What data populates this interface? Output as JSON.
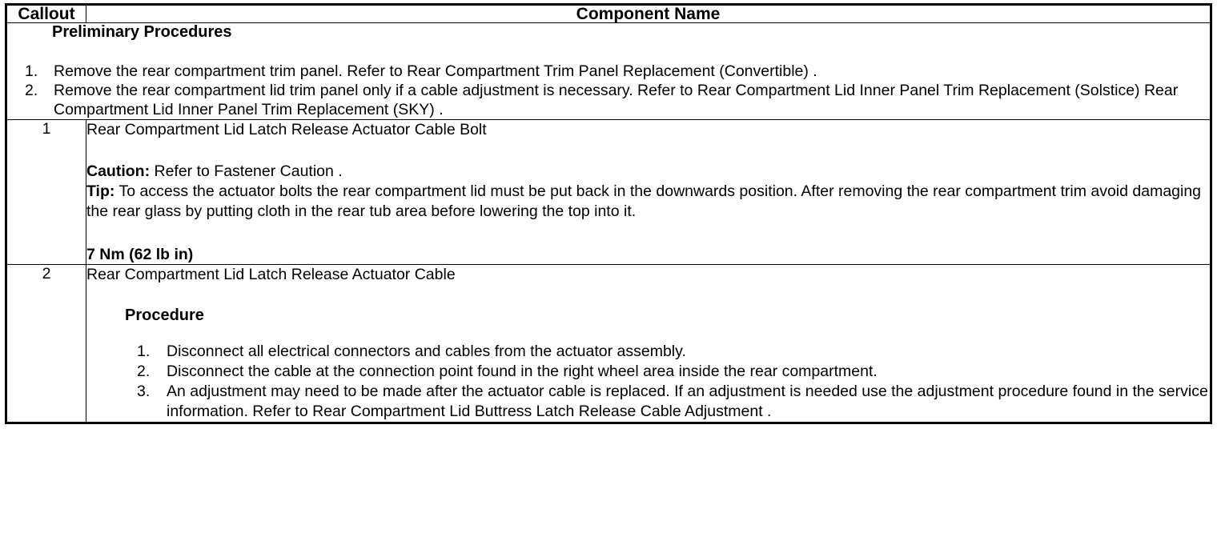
{
  "table": {
    "headers": {
      "callout": "Callout",
      "component_name": "Component Name"
    },
    "preliminary": {
      "title": "Preliminary Procedures",
      "steps": [
        "Remove the rear compartment trim panel. Refer to Rear Compartment Trim Panel Replacement (Convertible) .",
        "Remove the rear compartment lid trim panel only if a cable adjustment is necessary. Refer to Rear Compartment Lid Inner Panel Trim Replacement (Solstice) Rear Compartment Lid Inner Panel Trim Replacement (SKY) ."
      ]
    },
    "rows": [
      {
        "callout": "1",
        "component_name": "Rear Compartment Lid Latch Release Actuator Cable Bolt",
        "caution_label": "Caution:",
        "caution_text": " Refer to Fastener Caution .",
        "tip_label": "Tip:",
        "tip_text": " To access the actuator bolts the rear compartment lid must be put back in the downwards position. After removing the rear compartment trim avoid damaging the rear glass by putting cloth in the rear tub area before lowering the top into it.",
        "torque": "7 Nm (62 lb in)"
      },
      {
        "callout": "2",
        "component_name": "Rear Compartment Lid Latch Release Actuator Cable",
        "procedure_heading": "Procedure",
        "procedure_steps": [
          "Disconnect all electrical connectors and cables from the actuator assembly.",
          "Disconnect the cable at the connection point found in the right wheel area inside the rear compartment.",
          "An adjustment may need to be made after the actuator cable is replaced. If an adjustment is needed use the adjustment procedure found in the service information. Refer to Rear Compartment Lid Buttress Latch Release Cable Adjustment ."
        ]
      }
    ]
  },
  "colors": {
    "border": "#000000",
    "text": "#000000",
    "background": "#ffffff"
  }
}
